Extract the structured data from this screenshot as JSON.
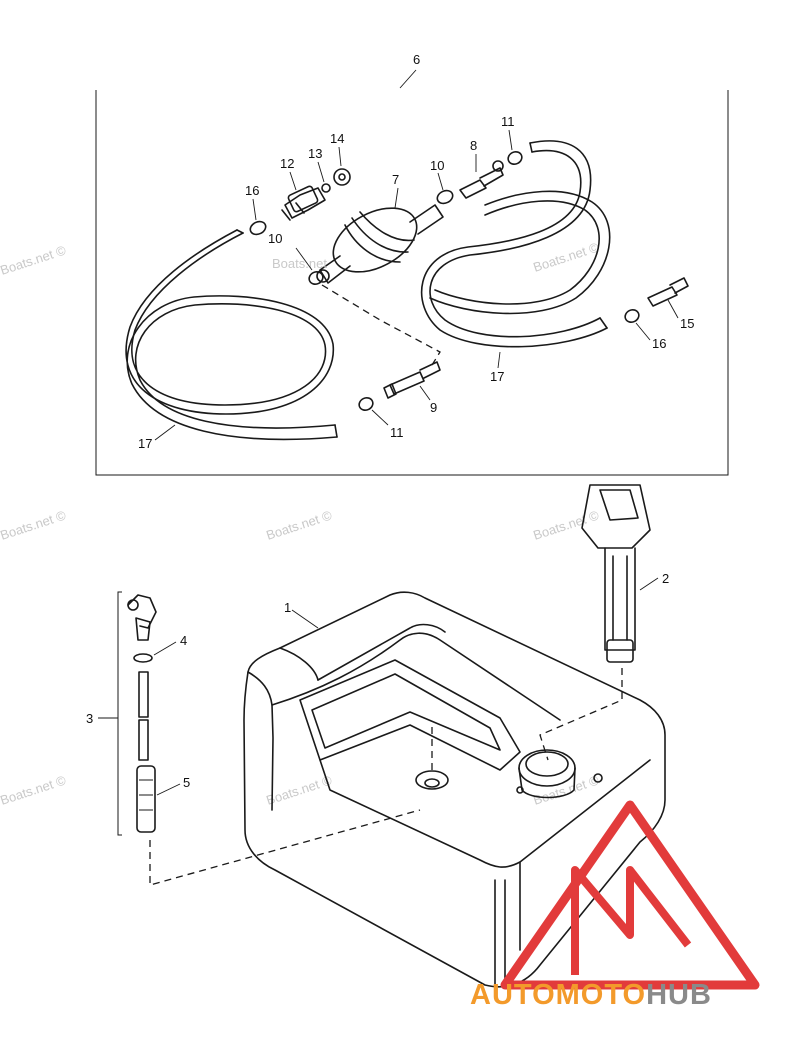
{
  "callouts": {
    "c1": "1",
    "c2": "2",
    "c3": "3",
    "c4": "4",
    "c5": "5",
    "c6": "6",
    "c7": "7",
    "c8": "8",
    "c9": "9",
    "c10a": "10",
    "c10b": "10",
    "c11a": "11",
    "c11b": "11",
    "c12": "12",
    "c13": "13",
    "c14": "14",
    "c15": "15",
    "c16a": "16",
    "c16b": "16",
    "c17a": "17",
    "c17b": "17"
  },
  "watermark": {
    "text": "Boats.net ©",
    "text_short": "Boats.net"
  },
  "logo": {
    "part1": "AUTO",
    "part2": "MOTO",
    "part3": "HUB"
  },
  "colors": {
    "logo_orange": "#f39a2b",
    "logo_grey": "#8a8a8a",
    "logo_red": "#e23b3b",
    "line": "#1a1a1a"
  }
}
